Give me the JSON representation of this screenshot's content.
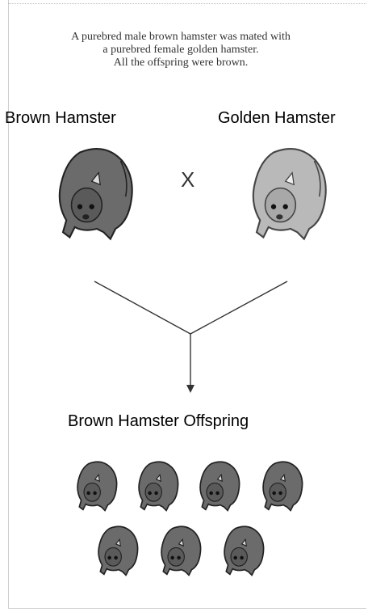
{
  "intro": {
    "line1": "A purebred male brown hamster was mated with",
    "line2": "a purebred female golden hamster.",
    "line3": "All the offspring were brown."
  },
  "parents": {
    "left_label": "Brown Hamster",
    "right_label": "Golden Hamster",
    "cross_symbol": "X",
    "left_color": "#6b6b6b",
    "right_color": "#b9b9b9"
  },
  "offspring": {
    "label": "Brown Hamster Offspring",
    "count": 7,
    "color": "#6b6b6b"
  }
}
